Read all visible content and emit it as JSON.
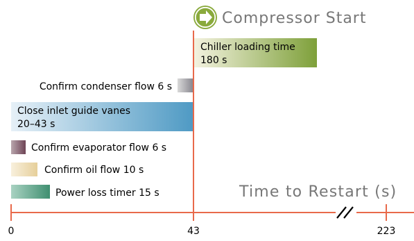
{
  "event": {
    "label": "Compressor Start",
    "icon": "right-arrow-icon"
  },
  "axis": {
    "title": "Time to Restart (s)",
    "ticks": [
      "0",
      "43",
      "223"
    ],
    "break_after": 43,
    "break_before": 223
  },
  "colors": {
    "axis": "#e8694a",
    "title": "#777777"
  },
  "bars": [
    {
      "name": "chiller-loading",
      "lines": [
        "Chiller loading time",
        "180 s"
      ],
      "start": 43,
      "duration": 180,
      "gradient": [
        "#f3f2df",
        "#7ea03a"
      ]
    },
    {
      "name": "condenser-flow",
      "lines": [
        "Confirm condenser flow 6 s"
      ],
      "start": 37,
      "duration": 6,
      "gradient": [
        "#d9d9d9",
        "#8a8890"
      ]
    },
    {
      "name": "inlet-guide-vanes",
      "lines": [
        "Close inlet guide vanes",
        "20–43 s"
      ],
      "start": 0,
      "duration": 43,
      "gradient": [
        "#e6f0f7",
        "#4f9ac4"
      ]
    },
    {
      "name": "evaporator-flow",
      "lines": [
        "Confirm evaporator flow 6 s"
      ],
      "start": 0,
      "duration": 6,
      "gradient": [
        "#b9a6ad",
        "#6e4456"
      ]
    },
    {
      "name": "oil-flow",
      "lines": [
        "Confirm oil flow 10 s"
      ],
      "start": 0,
      "duration": 10,
      "gradient": [
        "#f8f0dd",
        "#e6cf9a"
      ]
    },
    {
      "name": "power-loss-timer",
      "lines": [
        "Power loss timer 15 s"
      ],
      "start": 0,
      "duration": 15,
      "gradient": [
        "#a9d2c2",
        "#3f8f70"
      ]
    }
  ]
}
